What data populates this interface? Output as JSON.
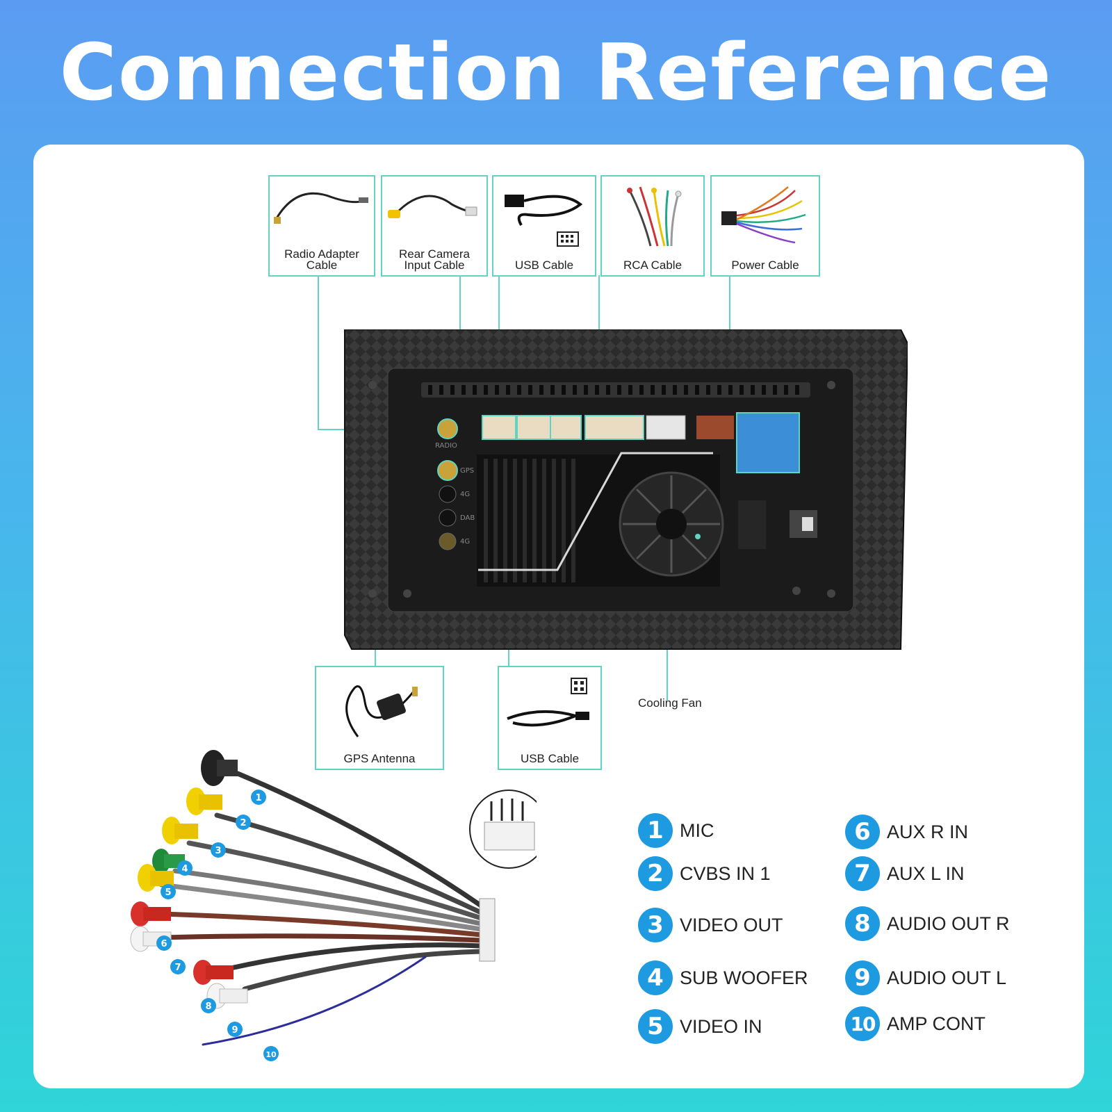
{
  "title": "Connection Reference",
  "top_cables": [
    {
      "id": "radio",
      "label": "Radio Adapter\nCable"
    },
    {
      "id": "camera",
      "label": "Rear Camera\nInput Cable"
    },
    {
      "id": "usb1",
      "label": "USB Cable"
    },
    {
      "id": "rca",
      "label": "RCA Cable"
    },
    {
      "id": "power",
      "label": "Power Cable"
    }
  ],
  "bottom_cables": [
    {
      "id": "gps",
      "label": "GPS Antenna"
    },
    {
      "id": "usb2",
      "label": "USB Cable"
    }
  ],
  "cooling_fan_label": "Cooling Fan",
  "unit_port_labels": [
    "RADIO",
    "GPS",
    "4G",
    "DAB",
    "4G"
  ],
  "legend": [
    {
      "num": "1",
      "label": "MIC"
    },
    {
      "num": "2",
      "label": "CVBS IN 1"
    },
    {
      "num": "3",
      "label": "VIDEO OUT"
    },
    {
      "num": "4",
      "label": "SUB WOOFER"
    },
    {
      "num": "5",
      "label": "VIDEO IN"
    },
    {
      "num": "6",
      "label": "AUX R IN"
    },
    {
      "num": "7",
      "label": "AUX L IN"
    },
    {
      "num": "8",
      "label": "AUDIO OUT R"
    },
    {
      "num": "9",
      "label": "AUDIO OUT L"
    },
    {
      "num": "10",
      "label": "AMP CONT"
    }
  ],
  "harness_numbers": [
    "1",
    "2",
    "3",
    "4",
    "5",
    "6",
    "7",
    "8",
    "9",
    "10"
  ],
  "colors": {
    "accent_teal": "#5fd3c4",
    "legend_blue": "#1e9ae0",
    "unit_dark": "#2a2a2a"
  }
}
